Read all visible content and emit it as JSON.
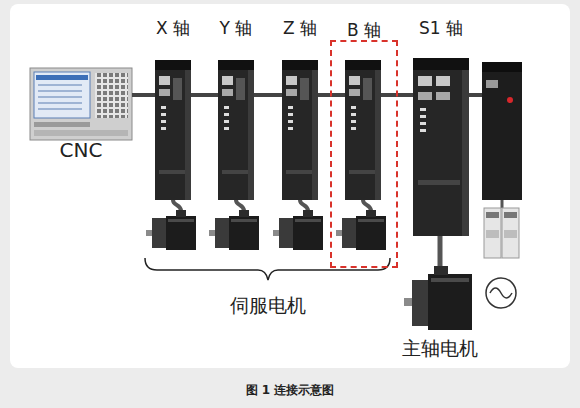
{
  "diagram": {
    "caption": "图 1 连接示意图",
    "nodes": [
      {
        "text": [
          "CNC"
        ]
      },
      {
        "text": [
          "X 轴"
        ]
      },
      {
        "text": [
          "Y 轴"
        ]
      },
      {
        "text": [
          "Z 轴"
        ]
      },
      {
        "text": [
          "B 轴"
        ]
      },
      {
        "text": [
          "S1 轴"
        ]
      }
    ],
    "edges": [
      {
        "from": 0,
        "to": 1,
        "arrow": "none"
      },
      {
        "from": 1,
        "to": 2,
        "arrow": "none"
      },
      {
        "from": 2,
        "to": 3,
        "arrow": "none"
      },
      {
        "from": 3,
        "to": 4,
        "arrow": "none"
      },
      {
        "from": 4,
        "to": 5,
        "arrow": "none"
      }
    ],
    "labels": [
      "伺服电机",
      "主轴电机"
    ]
  }
}
